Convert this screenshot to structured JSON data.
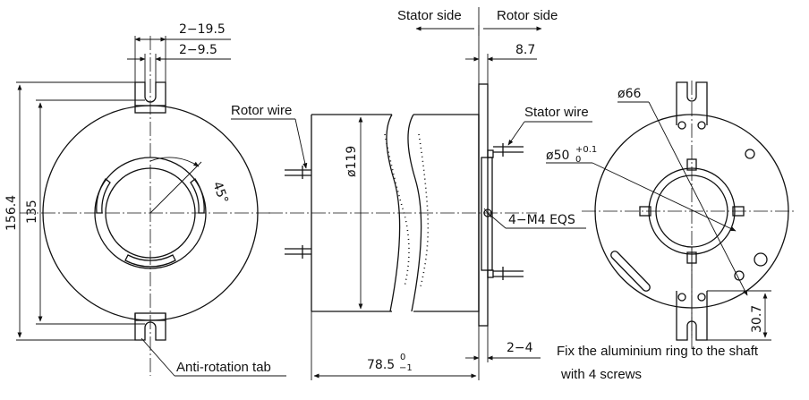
{
  "labels": {
    "stator_side": "Stator side",
    "rotor_side": "Rotor side",
    "rotor_wire": "Rotor wire",
    "stator_wire": "Stator wire",
    "anti_rotation_tab": "Anti-rotation tab",
    "fix_note_line1": "Fix the aluminium ring to the shaft",
    "fix_note_line2": "with 4 screws"
  },
  "dimensions": {
    "tab_pitch": "2−19.5",
    "tab_slot": "2−9.5",
    "overall_height": "156.4",
    "mount_height": "135",
    "body_diameter": "ø119",
    "length_main": "78.5",
    "length_tol_upper": "0",
    "length_tol_lower": "−1",
    "flange_thickness": "8.7",
    "gap": "2−4",
    "screws": "4−M4 EQS",
    "outer_diameter": "ø66",
    "bore_main": "ø50",
    "bore_tol_upper": "+0.1",
    "bore_tol_lower": "0",
    "tab_offset": "30.7",
    "angle": "45°"
  }
}
